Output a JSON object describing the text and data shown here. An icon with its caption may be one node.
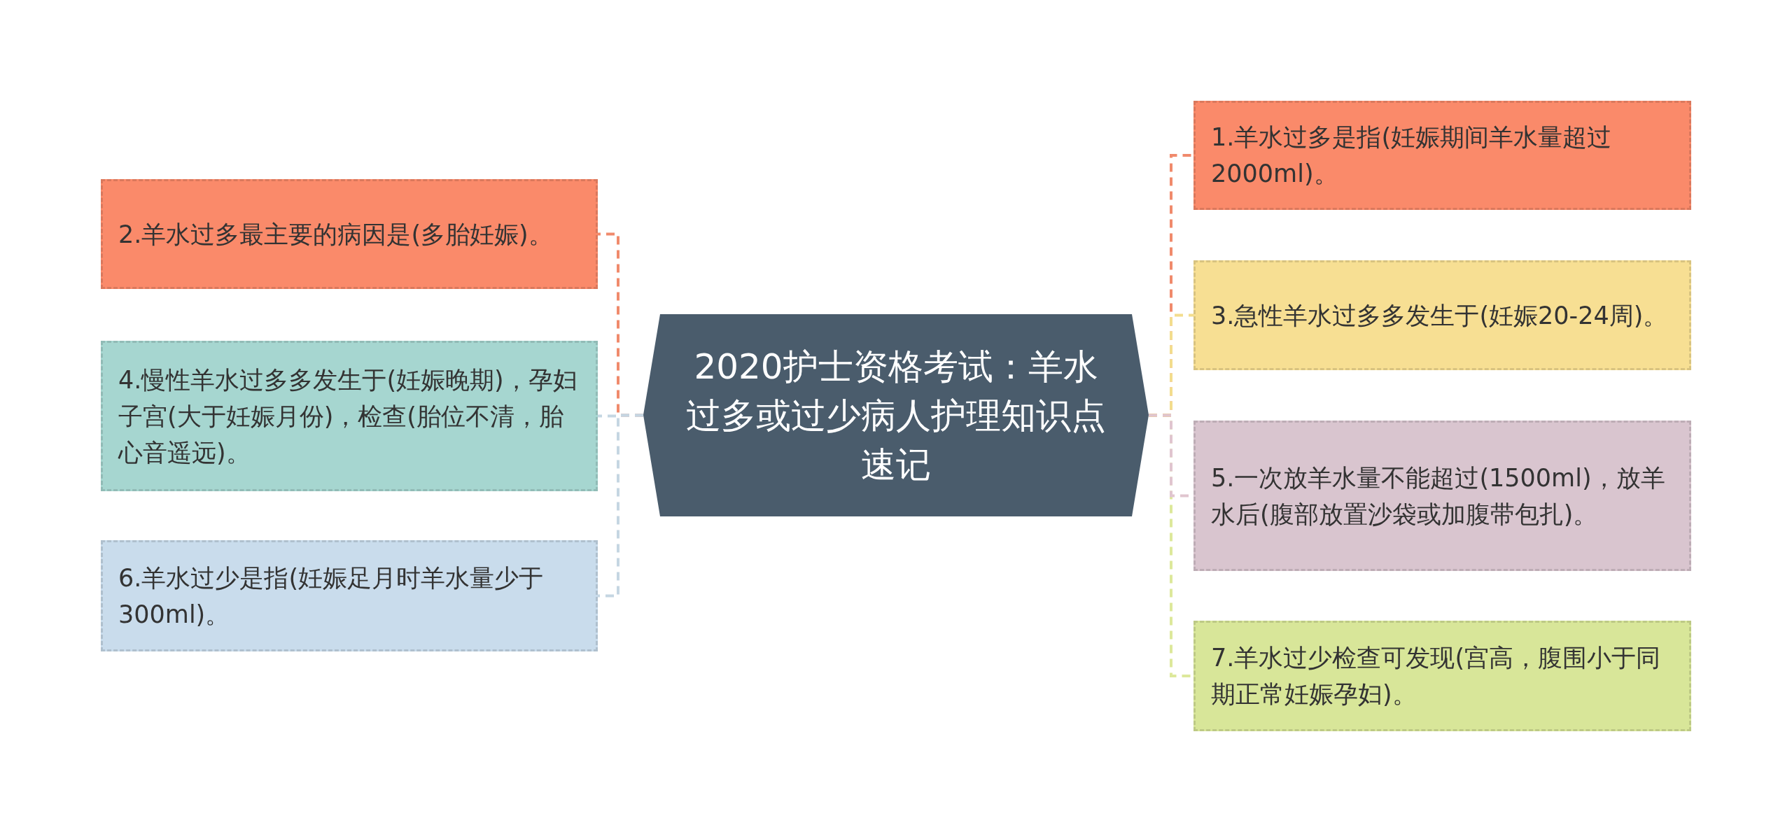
{
  "diagram": {
    "nodes": [
      {
        "text": [
          "2020护士资格考试：羊水过多或过少病人护理知识点速记"
        ]
      },
      {
        "text": [
          "1.羊水过多是指(妊娠期间羊水量超过2000ml)。"
        ]
      },
      {
        "text": [
          "2.羊水过多最主要的病因是(多胎妊娠)。"
        ]
      },
      {
        "text": [
          "3.急性羊水过多多发生于(妊娠20-24周)。"
        ]
      },
      {
        "text": [
          "4.慢性羊水过多多发生于(妊娠晚期)，孕妇子宫(大于妊娠月份)，检查(胎位不清，胎心音遥远)。"
        ]
      },
      {
        "text": [
          "5.一次放羊水量不能超过(1500ml)，放羊水后(腹部放置沙袋或加腹带包扎)。"
        ]
      },
      {
        "text": [
          "6.羊水过少是指(妊娠足月时羊水量少于300ml)。"
        ]
      },
      {
        "text": [
          "7.羊水过少检查可发现(宫高，腹围小于同期正常妊娠孕妇)。"
        ]
      }
    ],
    "edges": [
      {
        "from": 0,
        "to": 1,
        "arrow": "none",
        "style": "dashed",
        "color": "#f08a6c"
      },
      {
        "from": 0,
        "to": 2,
        "arrow": "none",
        "style": "dashed",
        "color": "#f08a6c"
      },
      {
        "from": 0,
        "to": 3,
        "arrow": "none",
        "style": "dashed",
        "color": "#f3dd8d"
      },
      {
        "from": 0,
        "to": 4,
        "arrow": "none",
        "style": "dashed",
        "color": "#c5d6e2"
      },
      {
        "from": 0,
        "to": 5,
        "arrow": "none",
        "style": "dashed",
        "color": "#e0c5cf"
      },
      {
        "from": 0,
        "to": 6,
        "arrow": "none",
        "style": "dashed",
        "color": "#c5d6e2"
      },
      {
        "from": 0,
        "to": 7,
        "arrow": "none",
        "style": "dashed",
        "color": "#dde89b"
      }
    ]
  }
}
